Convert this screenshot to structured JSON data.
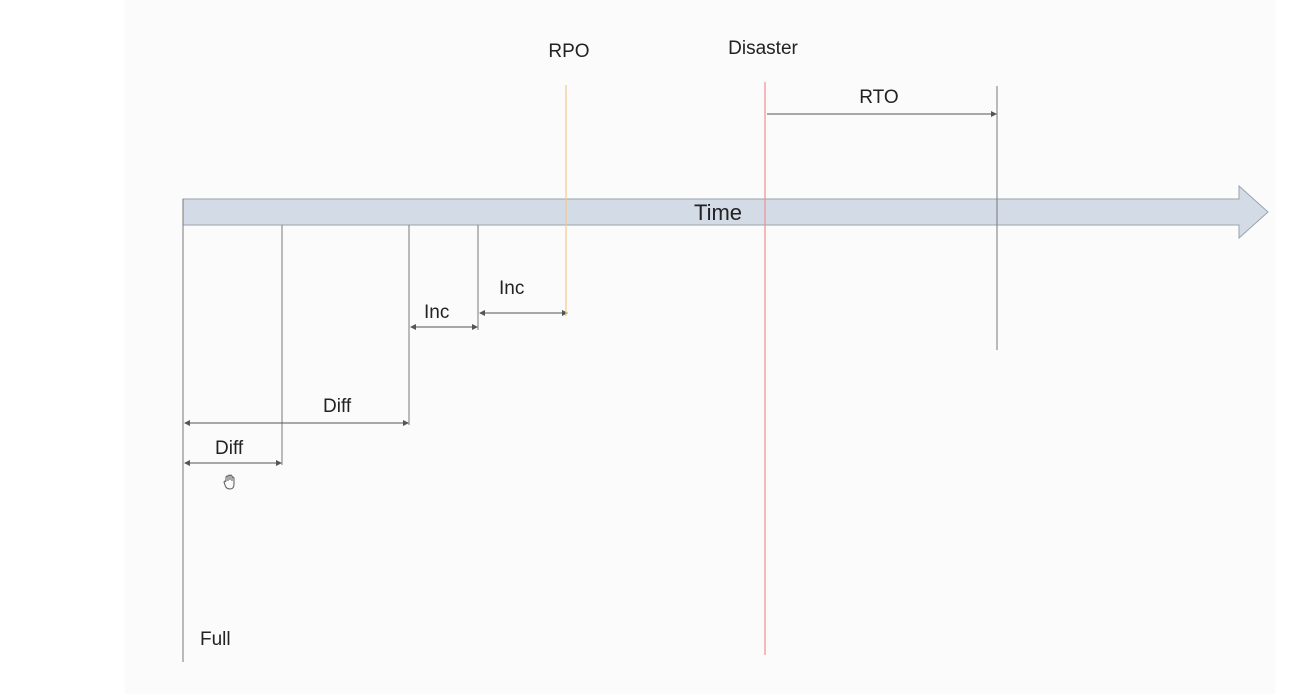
{
  "diagram": {
    "timeline_label": "Time",
    "labels": {
      "rpo": "RPO",
      "disaster": "Disaster",
      "rto": "RTO",
      "inc_1": "Inc",
      "inc_2": "Inc",
      "diff_1": "Diff",
      "diff_2": "Diff",
      "full": "Full"
    },
    "colors": {
      "timeline_fill": "#d3dbe6",
      "timeline_stroke": "#9aa3ad",
      "rpo_line": "#f2c98a",
      "disaster_line": "#ef8f8f",
      "marker_line": "#7a7a7a"
    },
    "cursor_icon": "hand-cursor-icon"
  }
}
